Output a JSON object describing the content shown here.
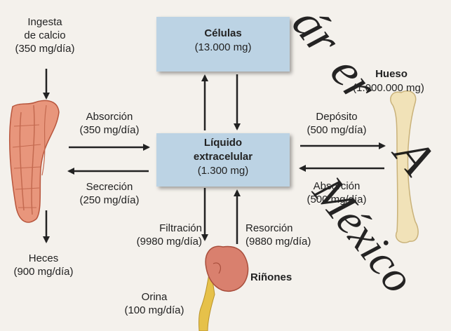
{
  "intake": {
    "line1": "Ingesta",
    "line2": "de calcio",
    "line3": "(350 mg/día)"
  },
  "cells": {
    "title": "Células",
    "amount": "(13.000 mg)"
  },
  "ecf": {
    "line1": "Líquido",
    "line2": "extracelular",
    "amount": "(1.300 mg)"
  },
  "bone": {
    "title": "Hueso",
    "amount": "(1.000.000 mg)"
  },
  "gut_absorption": {
    "line1": "Absorción",
    "line2": "(350 mg/día)"
  },
  "gut_secretion": {
    "line1": "Secreción",
    "line2": "(250 mg/día)"
  },
  "bone_deposit": {
    "line1": "Depósito",
    "line2": "(500 mg/día)"
  },
  "bone_absorption": {
    "line1": "Absorción",
    "line2": "(500 mg/día)"
  },
  "feces": {
    "line1": "Heces",
    "line2": "(900 mg/día)"
  },
  "filtration": {
    "line1": "Filtración",
    "line2": "(9980 mg/día)"
  },
  "reabsorption": {
    "line1": "Resorción",
    "line2": "(9880 mg/día)"
  },
  "kidneys": {
    "label": "Riñones"
  },
  "urine": {
    "line1": "Orina",
    "line2": "(100 mg/día)"
  },
  "colors": {
    "box": "#bcd3e4",
    "intestine": "#e8967c",
    "bone": "#f1e2b8",
    "kidney": "#d9806e",
    "ureter": "#e6c14a"
  }
}
